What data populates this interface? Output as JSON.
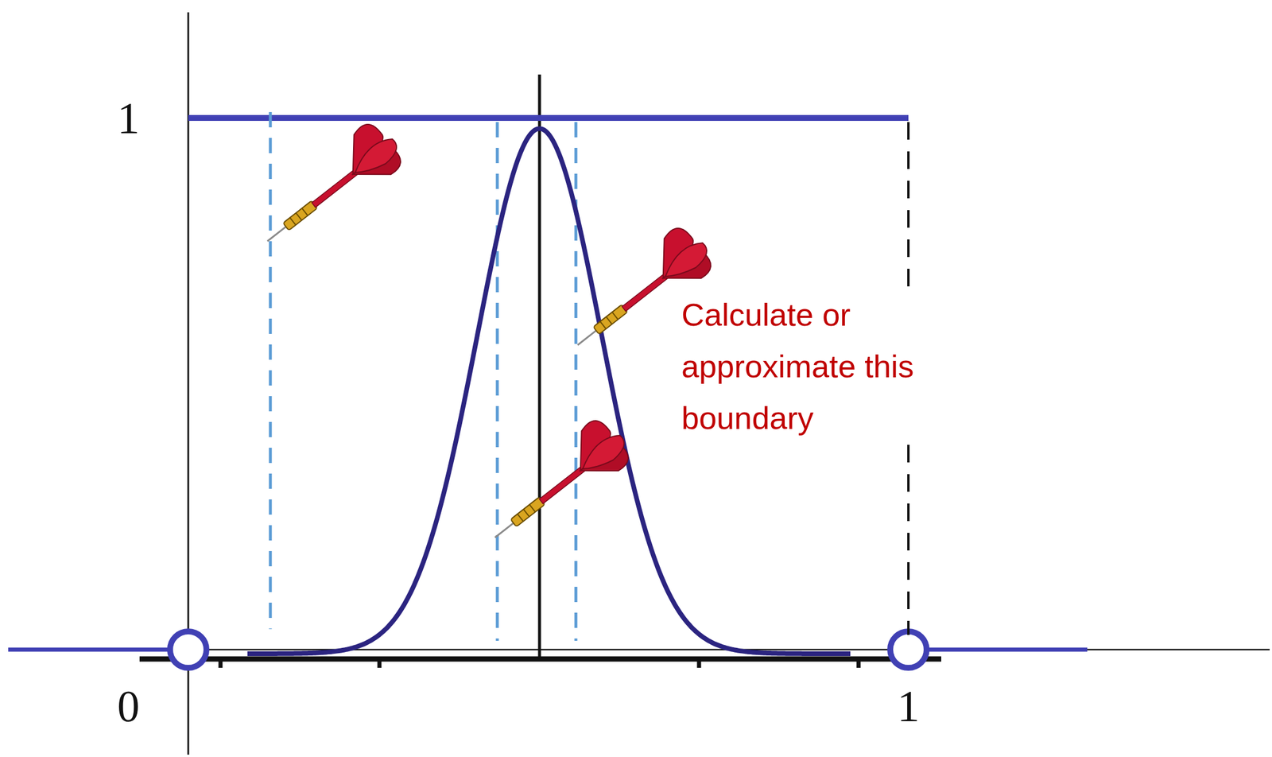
{
  "diagram": {
    "labels": [
      "1",
      "0",
      "1",
      "Calculate or approximate this boundary"
    ]
  }
}
